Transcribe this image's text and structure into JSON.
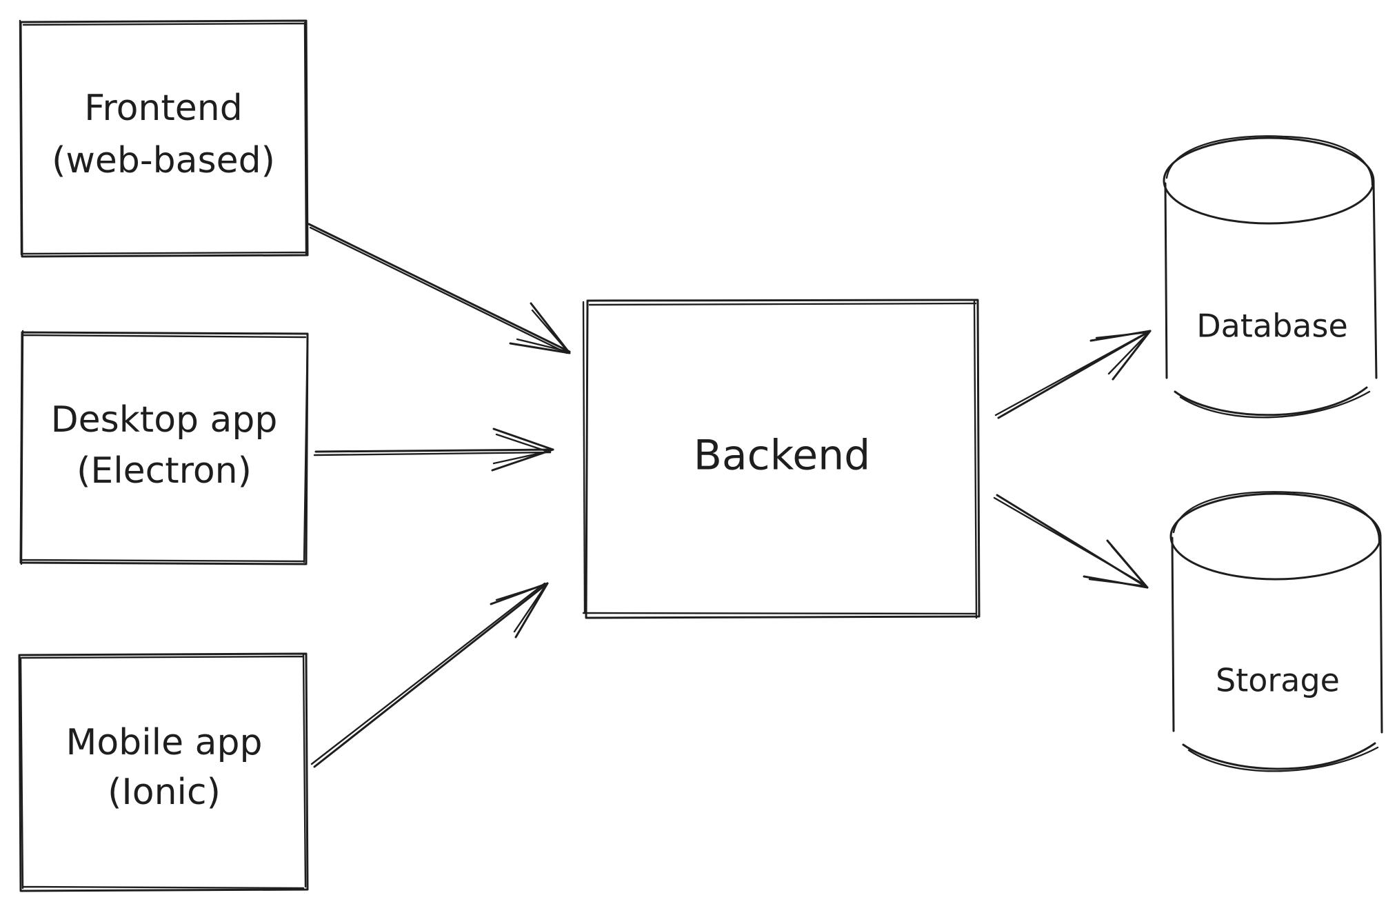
{
  "nodes": {
    "frontend": {
      "line1": "Frontend",
      "line2": "(web-based)"
    },
    "desktop": {
      "line1": "Desktop app",
      "line2": "(Electron)"
    },
    "mobile": {
      "line1": "Mobile app",
      "line2": "(Ionic)"
    },
    "backend": {
      "label": "Backend"
    },
    "database": {
      "label": "Database"
    },
    "storage": {
      "label": "Storage"
    }
  },
  "edges": [
    {
      "from": "frontend",
      "to": "backend"
    },
    {
      "from": "desktop",
      "to": "backend"
    },
    {
      "from": "mobile",
      "to": "backend"
    },
    {
      "from": "backend",
      "to": "database"
    },
    {
      "from": "backend",
      "to": "storage"
    }
  ],
  "colors": {
    "stroke": "#1e1e1e",
    "background": "#ffffff"
  }
}
